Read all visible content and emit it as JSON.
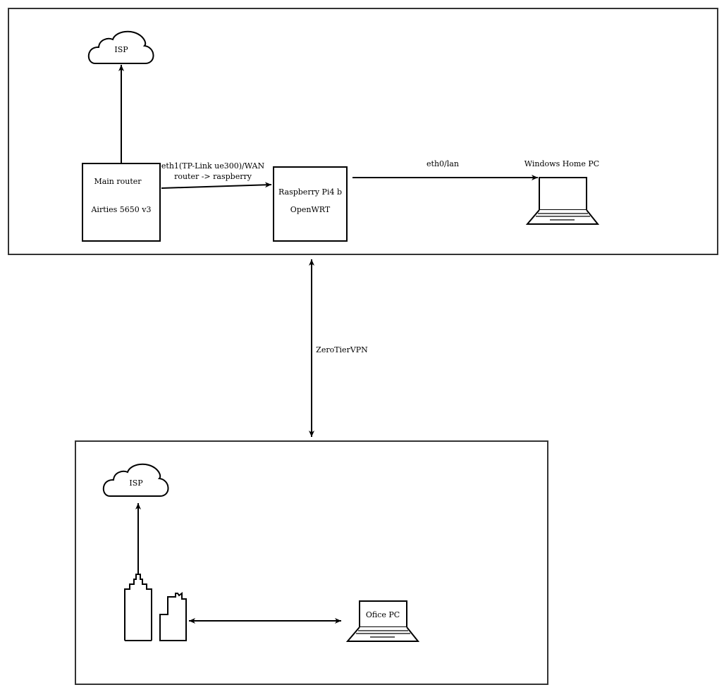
{
  "colors": {
    "stroke": "#333333",
    "arrow": "#000000",
    "background": "#ffffff"
  },
  "home": {
    "isp_label": "ISP",
    "main_router_label": "Main router",
    "main_router_model": "Airties 5650 v3",
    "link_wan_line1": "eth1(TP-Link ue300)/WAN",
    "link_wan_line2": "router -> raspberry",
    "raspberry_label": "Raspberry Pi4 b",
    "raspberry_os": "OpenWRT",
    "link_lan": "eth0/lan",
    "pc_label": "Windows Home PC"
  },
  "vpn_label": "ZeroTierVPN",
  "office": {
    "isp_label": "ISP",
    "pc_label": "Ofice PC"
  },
  "icons": {
    "cloud": "cloud-icon",
    "laptop": "laptop-icon",
    "building": "office-building-icon"
  }
}
